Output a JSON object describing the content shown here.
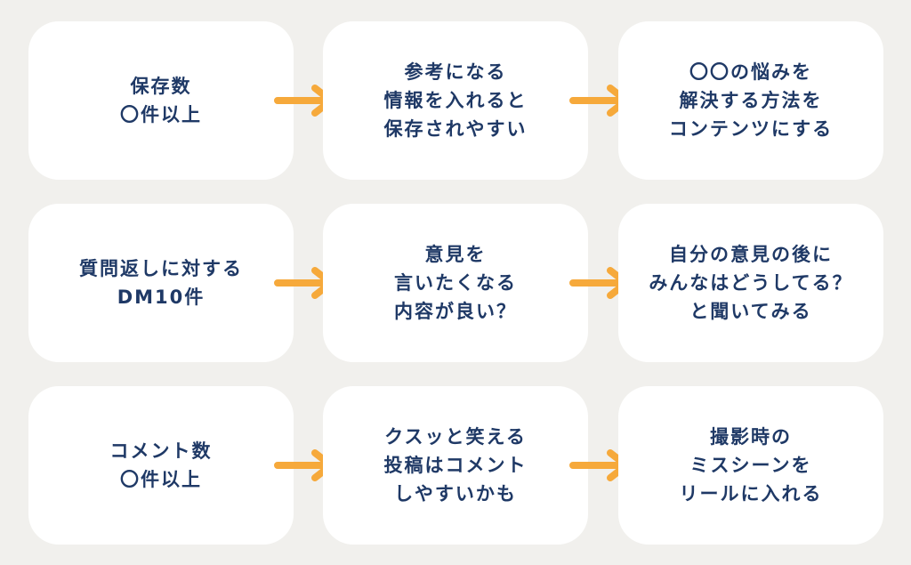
{
  "colors": {
    "background": "#f1f0ed",
    "card": "#ffffff",
    "text": "#1f3966",
    "arrow": "#f6a93b"
  },
  "rows": [
    {
      "cards": [
        {
          "lines": [
            "保存数",
            "〇件以上"
          ]
        },
        {
          "lines": [
            "参考になる",
            "情報を入れると",
            "保存されやすい"
          ]
        },
        {
          "lines": [
            "〇〇の悩みを",
            "解決する方法を",
            "コンテンツにする"
          ]
        }
      ]
    },
    {
      "cards": [
        {
          "lines": [
            "質問返しに対する",
            "DM10件"
          ]
        },
        {
          "lines": [
            "意見を",
            "言いたくなる",
            "内容が良い？"
          ]
        },
        {
          "lines": [
            "自分の意見の後に",
            "みんなはどうしてる？",
            "と聞いてみる"
          ]
        }
      ]
    },
    {
      "cards": [
        {
          "lines": [
            "コメント数",
            "〇件以上"
          ]
        },
        {
          "lines": [
            "クスッと笑える",
            "投稿はコメント",
            "しやすいかも"
          ]
        },
        {
          "lines": [
            "撮影時の",
            "ミスシーンを",
            "リールに入れる"
          ]
        }
      ]
    }
  ],
  "arrow_icon": "arrow-right-icon"
}
